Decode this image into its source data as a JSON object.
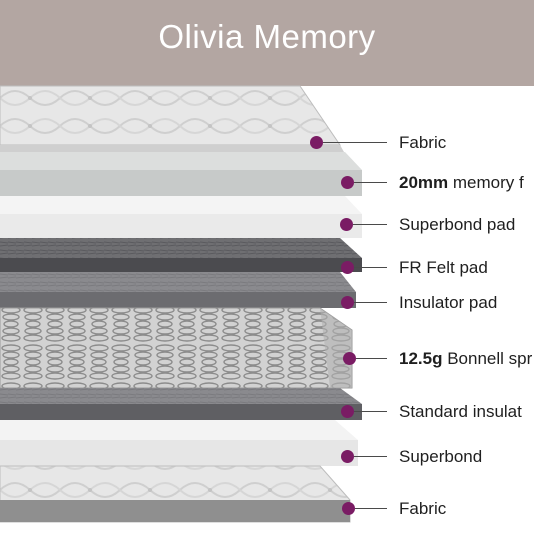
{
  "header": {
    "title": "Olivia Memory",
    "background": "#b3a6a2"
  },
  "accent_color": "#7a1c64",
  "layers": [
    {
      "name": "fabric-top",
      "bold": "",
      "text": "Fabric"
    },
    {
      "name": "memory-foam",
      "bold": "20mm",
      "text": " memory f"
    },
    {
      "name": "superbond-pad",
      "bold": "",
      "text": "Superbond pad"
    },
    {
      "name": "fr-felt-pad",
      "bold": "",
      "text": "FR Felt pad"
    },
    {
      "name": "insulator-pad",
      "bold": "",
      "text": "Insulator pad"
    },
    {
      "name": "bonnell-springs",
      "bold": "12.5g",
      "text": " Bonnell spr"
    },
    {
      "name": "standard-insulator",
      "bold": "",
      "text": "Standard insulat"
    },
    {
      "name": "superbond",
      "bold": "",
      "text": "Superbond"
    },
    {
      "name": "fabric-bottom",
      "bold": "",
      "text": "Fabric"
    }
  ]
}
